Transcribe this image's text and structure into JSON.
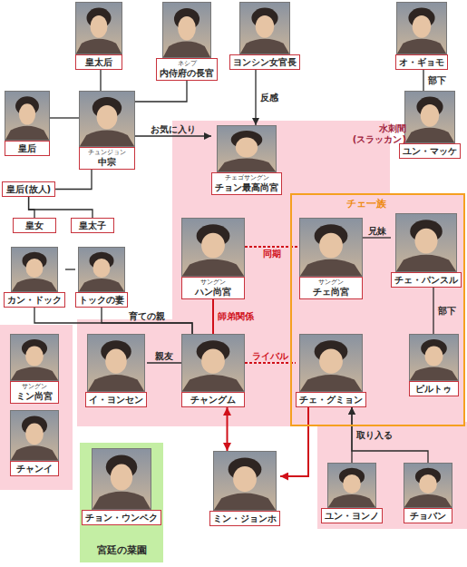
{
  "diagram": {
    "nodes": [
      {
        "text": [
          "皇太后"
        ]
      },
      {
        "text": [
          "ネシプ",
          "内侍府の長官"
        ]
      },
      {
        "text": [
          "ヨンシン女官長"
        ]
      },
      {
        "text": [
          "オ・ギョモ"
        ]
      },
      {
        "text": [
          "皇后"
        ]
      },
      {
        "text": [
          "チュンジョン",
          "中宗"
        ]
      },
      {
        "text": [
          "チェゴサングン",
          "チョン最高尚宮"
        ]
      },
      {
        "text": [
          "ユン・マッケ"
        ]
      },
      {
        "text": [
          "皇后(故人)"
        ]
      },
      {
        "text": [
          "チェ一族"
        ]
      },
      {
        "text": [
          "皇女"
        ]
      },
      {
        "text": [
          "皇太子"
        ]
      },
      {
        "text": [
          "サングン",
          "ハン尚宮"
        ]
      },
      {
        "text": [
          "サングン",
          "チェ尚宮"
        ],
        "in": 9
      },
      {
        "text": [
          "チェ・パンスル"
        ],
        "in": 9
      },
      {
        "text": [
          "カン・ドック"
        ]
      },
      {
        "text": [
          "トックの妻"
        ]
      },
      {
        "text": [
          "サングン",
          "ミン尚宮"
        ]
      },
      {
        "text": [
          "イ・ヨンセン"
        ]
      },
      {
        "text": [
          "チャングム"
        ]
      },
      {
        "text": [
          "チェ・グミョン"
        ],
        "in": 9
      },
      {
        "text": [
          "ピルトゥ"
        ],
        "in": 9
      },
      {
        "text": [
          "チャンイ"
        ]
      },
      {
        "text": [
          "宮廷の菜園"
        ]
      },
      {
        "text": [
          "チョン・ウンペク"
        ],
        "in": 23
      },
      {
        "text": [
          "ミン・ジョンホ"
        ]
      },
      {
        "text": [
          "ユン・ヨンノ"
        ]
      },
      {
        "text": [
          "チョバン"
        ]
      }
    ],
    "edges": [
      {
        "from": 0,
        "to": 5,
        "arrow": "none"
      },
      {
        "from": 1,
        "to": 5,
        "arrow": "none"
      },
      {
        "from": 2,
        "to": 6,
        "label": "反感",
        "arrow": "to"
      },
      {
        "from": 3,
        "to": 7,
        "label": "部下",
        "arrow": "none"
      },
      {
        "from": 4,
        "to": 5,
        "arrow": "none"
      },
      {
        "from": 5,
        "to": 6,
        "label": "お気に入り",
        "arrow": "to"
      },
      {
        "from": 5,
        "to": 8,
        "arrow": "none"
      },
      {
        "from": 8,
        "to": 10,
        "arrow": "none"
      },
      {
        "from": 8,
        "to": 11,
        "arrow": "none"
      },
      {
        "from": 15,
        "to": 16,
        "arrow": "none"
      },
      {
        "from": 12,
        "to": 13,
        "label": "同期",
        "arrow": "none"
      },
      {
        "from": 13,
        "to": 14,
        "label": "兄妹",
        "arrow": "none"
      },
      {
        "from": 15,
        "to": 19,
        "arrow": "none"
      },
      {
        "from": 16,
        "to": 19,
        "label": "育ての親",
        "arrow": "none"
      },
      {
        "from": 12,
        "to": 19,
        "label": "師弟関係",
        "arrow": "none"
      },
      {
        "from": 14,
        "to": 21,
        "label": "部下",
        "arrow": "none"
      },
      {
        "from": 18,
        "to": 19,
        "label": "親友",
        "arrow": "none"
      },
      {
        "from": 19,
        "to": 20,
        "label": "ライバル",
        "arrow": "none"
      },
      {
        "from": 19,
        "to": 25,
        "arrow": "both"
      },
      {
        "from": 20,
        "to": 25,
        "arrow": "to"
      },
      {
        "from": 26,
        "to": 20,
        "label": "取り入る",
        "arrow": "to"
      },
      {
        "from": 27,
        "to": 20,
        "arrow": "to"
      }
    ],
    "labels": [
      "水刺間 (スラッカン)"
    ]
  }
}
